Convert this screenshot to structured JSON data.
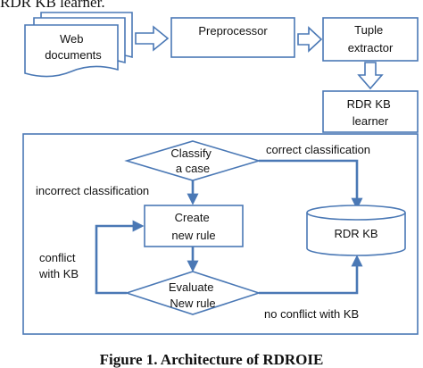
{
  "header_fragment": "RDR KB learner.",
  "nodes": {
    "web_documents": [
      "Web",
      "documents"
    ],
    "preprocessor": [
      "Preprocessor"
    ],
    "tuple_extractor": [
      "Tuple",
      "extractor"
    ],
    "rdr_kb_learner": [
      "RDR KB",
      "learner"
    ],
    "classify": [
      "Classify",
      "a case"
    ],
    "create_rule": [
      "Create",
      "new rule"
    ],
    "evaluate": [
      "Evaluate",
      "New rule"
    ],
    "rdr_kb": [
      "RDR KB"
    ]
  },
  "edge_labels": {
    "correct": "correct classification",
    "incorrect": "incorrect classification",
    "conflict": [
      "conflict",
      "with KB"
    ],
    "no_conflict": "no conflict with KB"
  },
  "caption": "Figure 1. Architecture of RDROIE",
  "colors": {
    "stroke": "#4a78b5",
    "text": "#111111",
    "background": "#ffffff"
  }
}
